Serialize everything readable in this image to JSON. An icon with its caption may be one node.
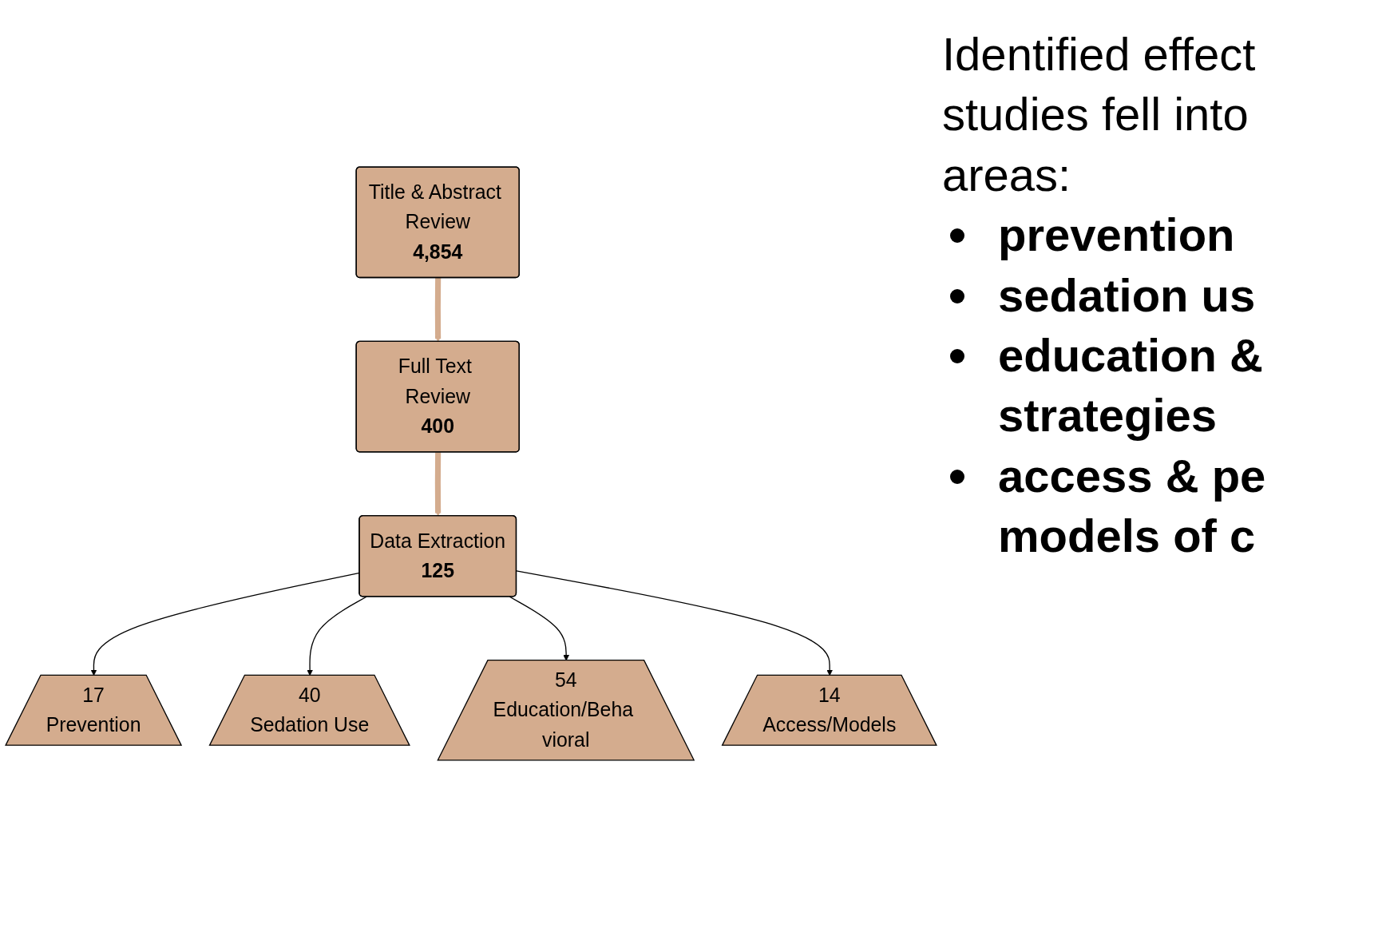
{
  "diagram": {
    "nodes": [
      {
        "text": [
          "Title & Abstract Review",
          "4,854"
        ]
      },
      {
        "text": [
          "Full Text Review",
          "400"
        ]
      },
      {
        "text": [
          "Data Extraction",
          "125"
        ]
      },
      {
        "text": [
          "17",
          "Prevention"
        ]
      },
      {
        "text": [
          "40",
          "Sedation Use"
        ]
      },
      {
        "text": [
          "54",
          "Education/Beha vioral"
        ]
      },
      {
        "text": [
          "14",
          "Access/Models"
        ]
      }
    ],
    "edges": [
      {
        "from": 0,
        "to": 1,
        "arrow": "to",
        "style": "thick",
        "color": "#d4ac8e"
      },
      {
        "from": 1,
        "to": 2,
        "arrow": "to",
        "style": "thick",
        "color": "#d4ac8e"
      },
      {
        "from": 2,
        "to": 3,
        "arrow": "to"
      },
      {
        "from": 2,
        "to": 4,
        "arrow": "to"
      },
      {
        "from": 2,
        "to": 5,
        "arrow": "to"
      },
      {
        "from": 2,
        "to": 6,
        "arrow": "to"
      }
    ],
    "labels": [
      "Identified effect studies fell into areas:",
      "prevention",
      "sedation us",
      "education & strategies",
      "access & pe models of c"
    ]
  }
}
